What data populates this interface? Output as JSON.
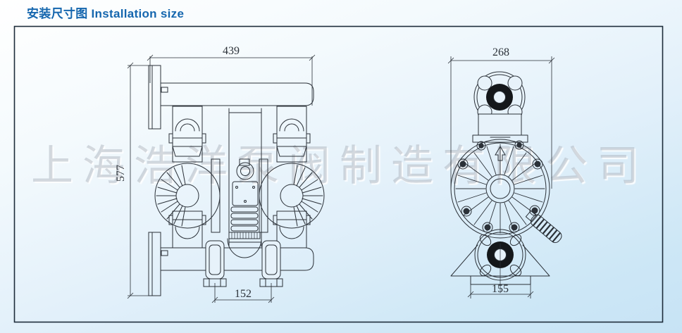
{
  "page": {
    "title": "安装尺寸图 Installation size",
    "watermark": "上海浩洋泵阀制造有限公司"
  },
  "colors": {
    "title_blue": "#1566ae",
    "frame_border": "#1d2c3a",
    "drawing_line": "#2b3138",
    "background_top": "#ffffff",
    "background_bottom": "#c7e3f5",
    "watermark_gray": "#aeb7bf",
    "flange_fill": "#14171a"
  },
  "diagram": {
    "front_view": {
      "name": "pump-front-view",
      "dimensions": {
        "overall_width": "439",
        "overall_height": "577",
        "foot_spacing": "152"
      }
    },
    "side_view": {
      "name": "pump-side-view",
      "dimensions": {
        "overall_depth": "268",
        "base_width": "155"
      }
    }
  }
}
